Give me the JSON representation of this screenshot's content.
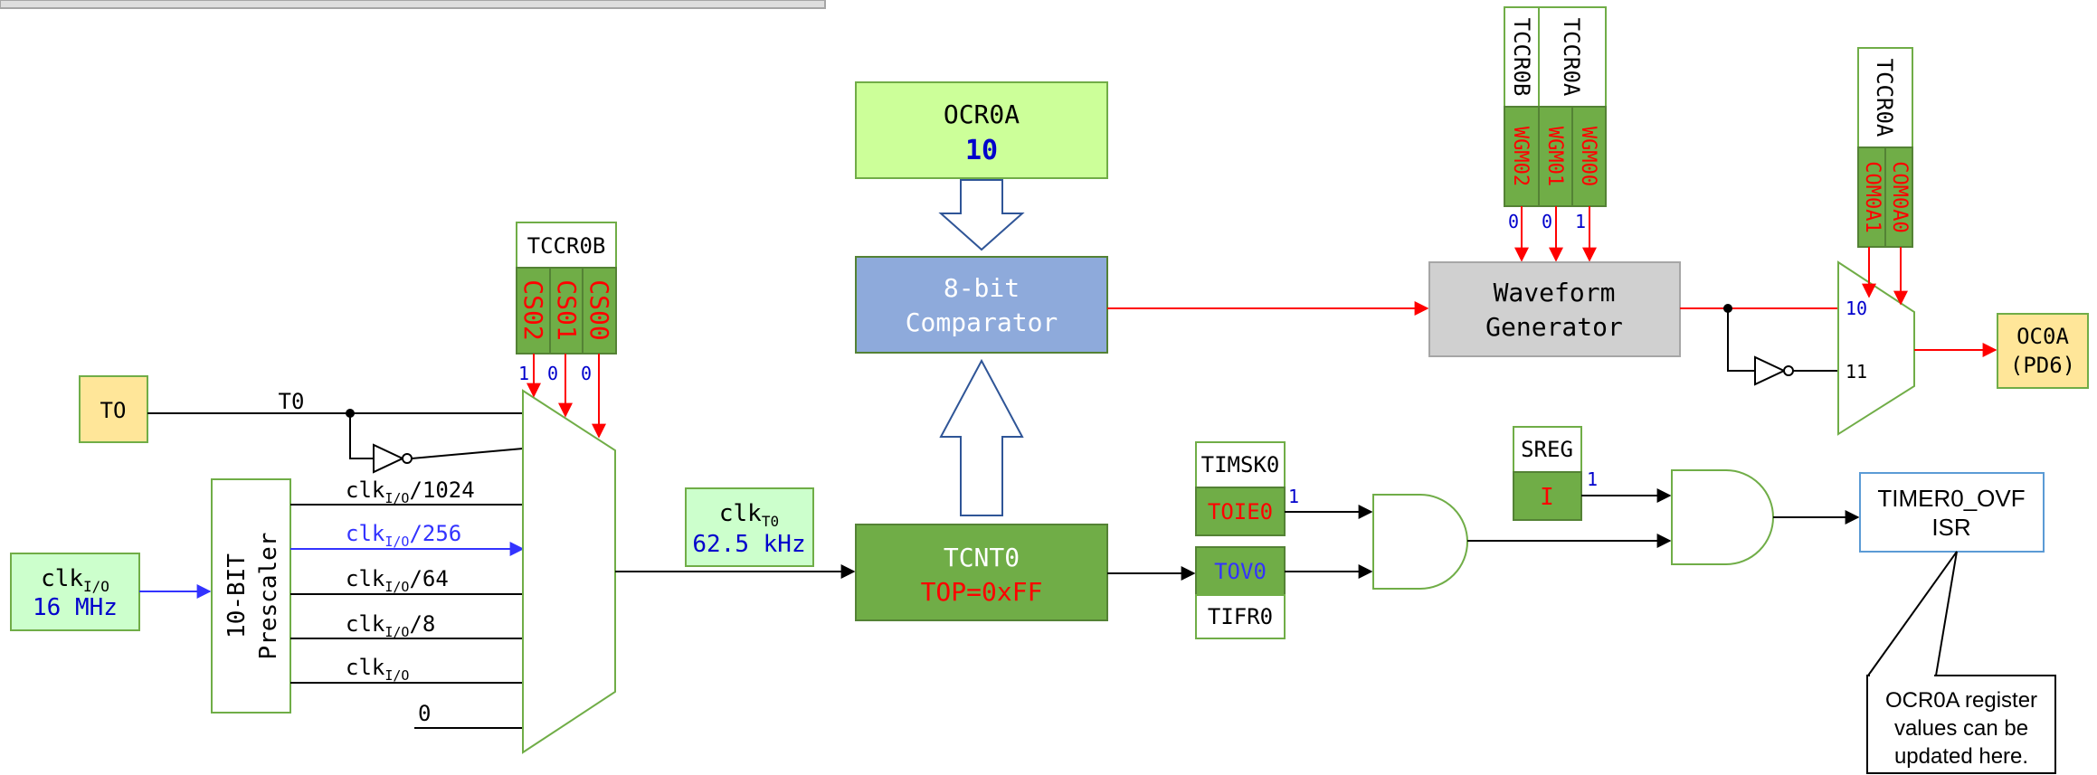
{
  "colors": {
    "green_light": "#ccffcc",
    "green_yellow": "#ccff99",
    "green_dark": "#70ad47",
    "green_border": "#548235",
    "blue_comparator": "#8eaadb",
    "blue_border": "#2f5597",
    "yellow_io": "#ffe699",
    "yellow_border": "#70ad47",
    "waveform_gray": "#d0d0d0",
    "red": "#ff0000",
    "blue_value": "#0000cc",
    "isr_border": "#5b9bd5"
  },
  "clk_io": {
    "text": "clk",
    "sub": "I/O",
    "freq": "16 MHz"
  },
  "t0_pin": {
    "label": "TO",
    "wire_label": "T0"
  },
  "prescaler": {
    "line1": "10-BIT",
    "line2": "Prescaler"
  },
  "prescaler_outputs": [
    {
      "text": "clk",
      "sub": "I/O",
      "suffix": "/1024",
      "highlight": false
    },
    {
      "text": "clk",
      "sub": "I/O",
      "suffix": "/256",
      "highlight": true
    },
    {
      "text": "clk",
      "sub": "I/O",
      "suffix": "/64",
      "highlight": false
    },
    {
      "text": "clk",
      "sub": "I/O",
      "suffix": "/8",
      "highlight": false
    },
    {
      "text": "clk",
      "sub": "I/O",
      "suffix": "",
      "highlight": false
    },
    {
      "text": "0",
      "sub": "",
      "suffix": "",
      "highlight": false
    }
  ],
  "tccr0b_cs": {
    "title": "TCCR0B",
    "bits": [
      "CS02",
      "CS01",
      "CS00"
    ],
    "values": [
      "1",
      "0",
      "0"
    ]
  },
  "clk_t0": {
    "text": "clk",
    "sub": "T0",
    "freq": "62.5 kHz"
  },
  "tcnt0": {
    "name": "TCNT0",
    "top": "TOP=0xFF"
  },
  "ocr0a": {
    "name": "OCR0A",
    "value": "10"
  },
  "comparator": {
    "line1": "8-bit",
    "line2": "Comparator"
  },
  "wgm": {
    "titles": [
      "TCCR0B",
      "TCCR0A"
    ],
    "bits": [
      "WGM02",
      "WGM01",
      "WGM00"
    ],
    "values": [
      "0",
      "0",
      "1"
    ]
  },
  "waveform": {
    "line1": "Waveform",
    "line2": "Generator"
  },
  "com": {
    "title": "TCCR0A",
    "bits": [
      "COM0A1",
      "COM0A0"
    ]
  },
  "out_mux": {
    "in_top": "10",
    "in_bottom": "11"
  },
  "oc0a": {
    "line1": "OC0A",
    "line2": "(PD6)"
  },
  "timsk0": {
    "title": "TIMSK0",
    "bit": "TOIE0",
    "value": "1"
  },
  "tifr0": {
    "title": "TIFR0",
    "bit": "TOV0"
  },
  "sreg": {
    "title": "SREG",
    "bit": "I",
    "value": "1"
  },
  "isr": {
    "line1": "TIMER0_OVF",
    "line2": "ISR"
  },
  "note": {
    "line1": "OCR0A register",
    "line2": "values can be",
    "line3": "updated here."
  }
}
